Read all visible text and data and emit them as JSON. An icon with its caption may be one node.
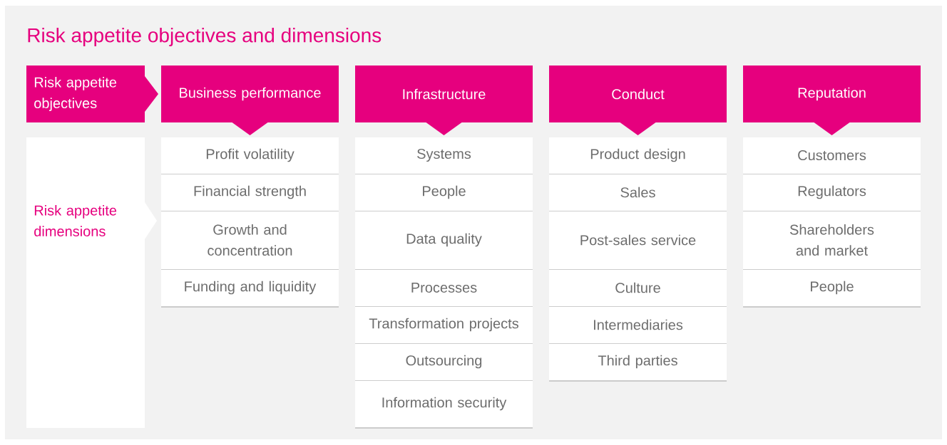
{
  "diagram": {
    "title": "Risk appetite objectives and dimensions",
    "nodes": [
      {
        "text": [
          "Risk appetite objectives"
        ]
      },
      {
        "text": [
          "Risk appetite dimensions"
        ]
      },
      {
        "text": [
          "Business performance"
        ]
      },
      {
        "text": [
          "Infrastructure"
        ]
      },
      {
        "text": [
          "Conduct"
        ]
      },
      {
        "text": [
          "Reputation"
        ]
      },
      {
        "text": [
          "Profit volatility"
        ]
      },
      {
        "text": [
          "Financial strength"
        ]
      },
      {
        "text": [
          "Growth and concentration"
        ]
      },
      {
        "text": [
          "Funding and liquidity"
        ]
      },
      {
        "text": [
          "Systems"
        ]
      },
      {
        "text": [
          "People"
        ]
      },
      {
        "text": [
          "Data quality"
        ]
      },
      {
        "text": [
          "Processes"
        ]
      },
      {
        "text": [
          "Transformation projects"
        ]
      },
      {
        "text": [
          "Outsourcing"
        ]
      },
      {
        "text": [
          "Information security"
        ]
      },
      {
        "text": [
          "Product design"
        ]
      },
      {
        "text": [
          "Sales"
        ]
      },
      {
        "text": [
          "Post-sales service"
        ]
      },
      {
        "text": [
          "Culture"
        ]
      },
      {
        "text": [
          "Intermediaries"
        ]
      },
      {
        "text": [
          "Third parties"
        ]
      },
      {
        "text": [
          "Customers"
        ]
      },
      {
        "text": [
          "Regulators"
        ]
      },
      {
        "text": [
          "Shareholders and market"
        ]
      },
      {
        "text": [
          "People"
        ]
      }
    ]
  }
}
